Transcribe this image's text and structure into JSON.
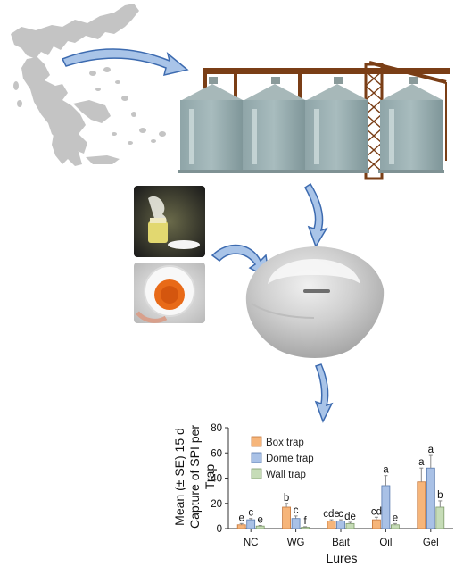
{
  "illustrations": {
    "map": "greece-map",
    "silos": "grain-silos",
    "photo_top": "lure-vial-photo",
    "photo_bottom": "lure-dish-photo",
    "trap": "dome-trap"
  },
  "chart_data": {
    "type": "bar",
    "xlabel": "Lures",
    "ylabel": "Mean (± SE) 15 d Capture of SPI per Trap",
    "ylabel_line1": "Mean (± SE) 15 d",
    "ylabel_line2": "Capture of SPI per",
    "ylabel_line3": "Trap",
    "ylim": [
      0,
      80
    ],
    "yticks": [
      "0",
      "20",
      "40",
      "60",
      "80"
    ],
    "categories": [
      "NC",
      "WG",
      "Bait",
      "Oil",
      "Gel"
    ],
    "legend_position": "top-left",
    "colors": {
      "box": "#f6b57a",
      "dome": "#a9c1e6",
      "wall": "#c6dcb7"
    },
    "series": [
      {
        "name": "Box trap",
        "values": [
          3,
          17,
          6,
          7,
          37
        ],
        "errors": [
          1,
          3,
          1,
          2,
          11
        ],
        "letters": [
          "e",
          "b",
          "cde",
          "cd",
          "a"
        ]
      },
      {
        "name": "Dome trap",
        "values": [
          7,
          8,
          6,
          34,
          48
        ],
        "errors": [
          1,
          2,
          1,
          8,
          10
        ],
        "letters": [
          "c",
          "c",
          "c",
          "a",
          "a"
        ]
      },
      {
        "name": "Wall trap",
        "values": [
          2,
          1,
          4,
          3,
          17
        ],
        "errors": [
          0.5,
          0.5,
          1,
          1,
          5
        ],
        "letters": [
          "e",
          "f",
          "de",
          "e",
          "b"
        ]
      }
    ]
  }
}
